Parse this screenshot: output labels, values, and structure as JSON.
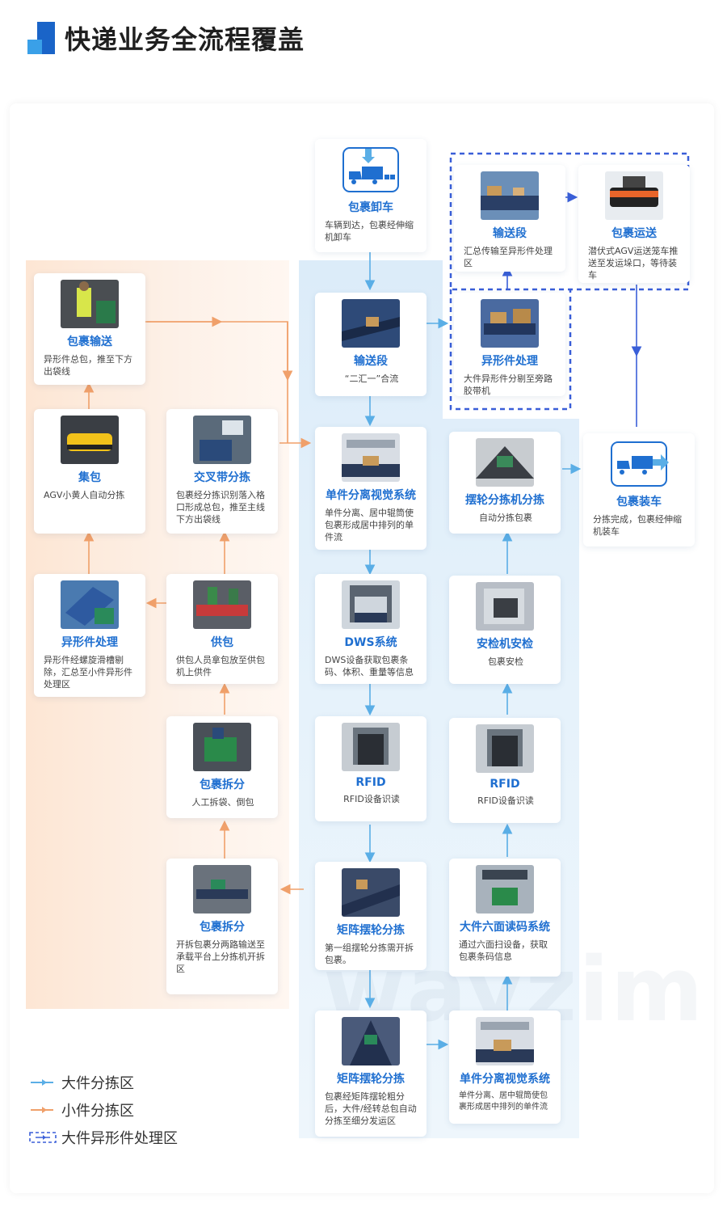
{
  "title": "快递业务全流程覆盖",
  "watermark": "wayzim",
  "colors": {
    "big_parcel": "#5aaee6",
    "small_parcel": "#f0a06a",
    "odd_zone": "#3a5fd8",
    "node_title": "#1f6fd0"
  },
  "nodes": {
    "unload": {
      "name": "包裹卸车",
      "desc": "车辆到达，包裹经伸缩机卸车",
      "icon": "unload-truck-icon"
    },
    "odd_conveyor": {
      "name": "输送段",
      "desc": "汇总传输至异形件处理区"
    },
    "agv_transport": {
      "name": "包裹运送",
      "desc": "潜伏式AGV运送笼车推送至发运垛口，等待装车"
    },
    "small_conveyor": {
      "name": "包裹输送",
      "desc": "异形件总包，推至下方出袋线"
    },
    "big_conveyor": {
      "name": "输送段",
      "desc": "“二汇一”合流"
    },
    "odd_handling_big": {
      "name": "异形件处理",
      "desc": "大件异形件分剔至旁路胶带机"
    },
    "bagging": {
      "name": "集包",
      "desc": "AGV小黄人自动分拣"
    },
    "cross_belt": {
      "name": "交叉带分拣",
      "desc": "包裹经分拣识别落入格口形成总包，推至主线下方出袋线"
    },
    "singulation_top": {
      "name": "单件分离视觉系统",
      "desc": "单件分离、居中辊筒使包裹形成居中排列的单件流"
    },
    "swing_wheel": {
      "name": "摆轮分拣机分拣",
      "desc": "自动分拣包裹"
    },
    "loading": {
      "name": "包裹装车",
      "desc": "分拣完成，包裹经伸缩机装车",
      "icon": "loading-truck-icon"
    },
    "odd_handling_small": {
      "name": "异形件处理",
      "desc": "异形件经螺旋滑槽剔除，汇总至小件异形件处理区"
    },
    "induction": {
      "name": "供包",
      "desc": "供包人员拿包放至供包机上供件"
    },
    "dws": {
      "name": "DWS系统",
      "desc": "DWS设备获取包裹条码、体积、重量等信息"
    },
    "security": {
      "name": "安检机安检",
      "desc": "包裹安检"
    },
    "unpack_manual": {
      "name": "包裹拆分",
      "desc": "人工拆袋、倒包"
    },
    "rfid_left": {
      "name": "RFID",
      "desc": "RFID设备识读"
    },
    "rfid_right": {
      "name": "RFID",
      "desc": "RFID设备识读"
    },
    "unpack_split": {
      "name": "包裹拆分",
      "desc": "开拆包裹分两路输送至承载平台上分拣机开拆区"
    },
    "matrix_top": {
      "name": "矩阵摆轮分拣",
      "desc": "第一组摆轮分拣需开拆包裹。"
    },
    "six_sided": {
      "name": "大件六面读码系统",
      "desc": "通过六面扫设备，获取包裹条码信息"
    },
    "matrix_bottom": {
      "name": "矩阵摆轮分拣",
      "desc": "包裹经矩阵摆轮粗分后，大件/经转总包自动分拣至细分发运区"
    },
    "singulation_bottom": {
      "name": "单件分离视觉系统",
      "desc": "单件分离、居中辊筒使包裹形成居中排列的单件流"
    }
  },
  "legend": [
    {
      "label": "大件分拣区",
      "style": "solid-blue"
    },
    {
      "label": "小件分拣区",
      "style": "solid-orange"
    },
    {
      "label": "大件异形件处理区",
      "style": "dashed-box"
    }
  ]
}
